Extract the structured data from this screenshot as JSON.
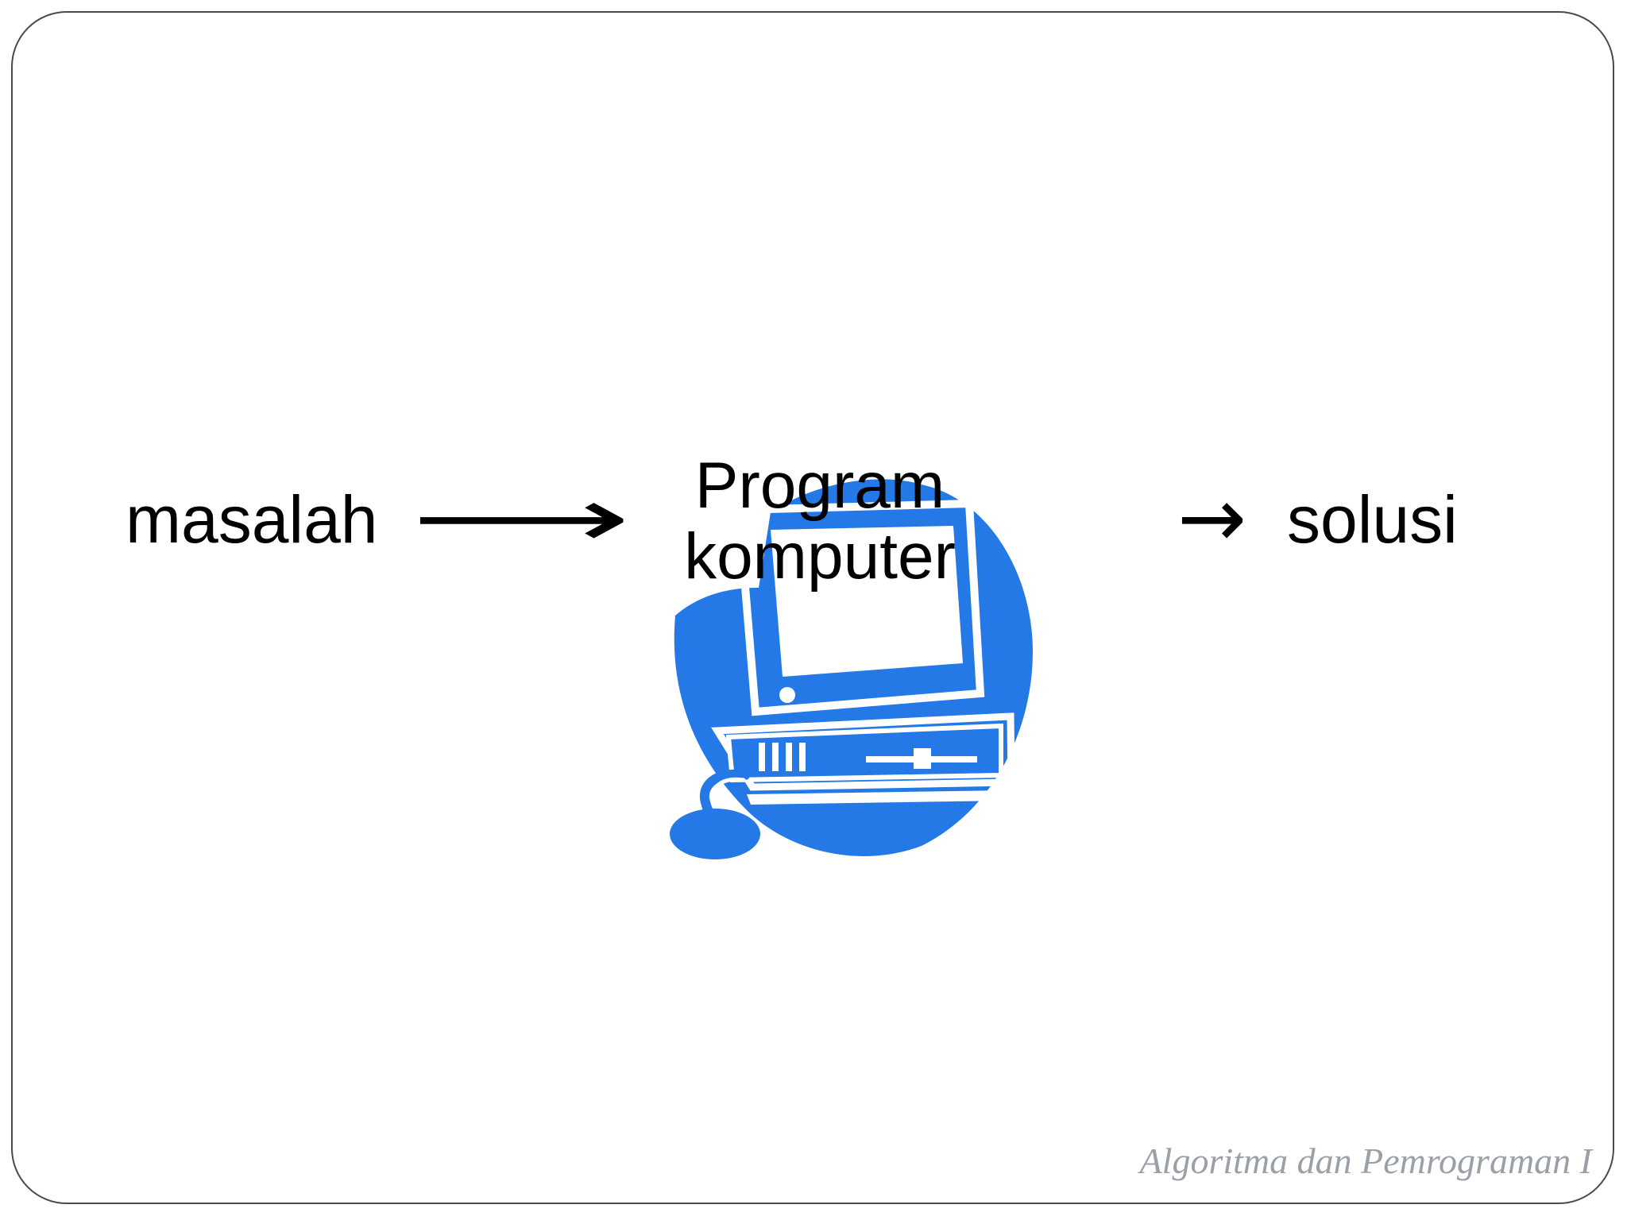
{
  "slide": {
    "left_word": "masalah",
    "arrow_symbol": "⟶",
    "center_label_line1": "Program",
    "center_label_line2": "komputer",
    "right_arrow_symbol": "→",
    "right_word": "solusi",
    "footer": "Algoritma dan Pemrograman I"
  },
  "colors": {
    "computer_blue": "#2479e6",
    "frame_border": "#4a4a4a",
    "footer_gray": "#9aa0a6"
  },
  "icons": {
    "center_graphic": "desktop-computer-icon"
  }
}
